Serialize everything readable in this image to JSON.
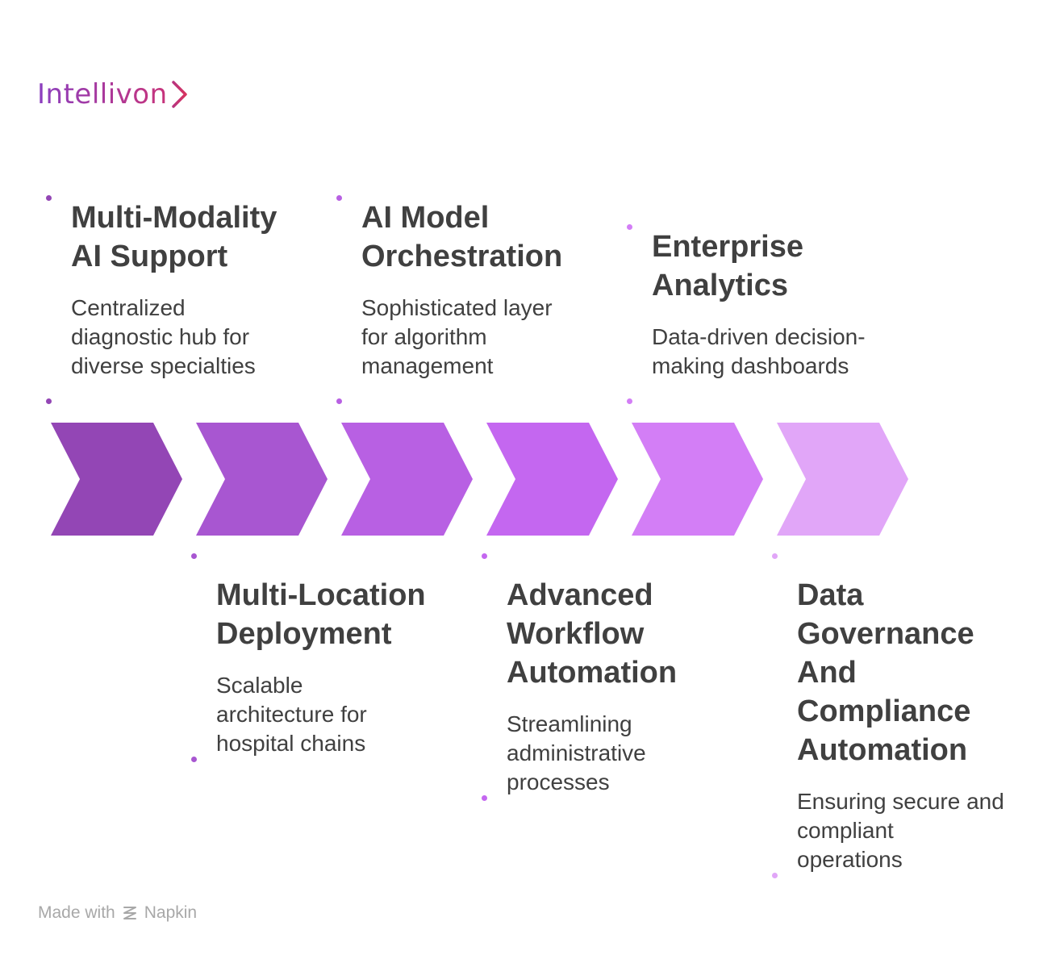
{
  "brand": {
    "name": "Intellivon"
  },
  "steps": [
    {
      "title_line1": "Multi-Modality",
      "title_line2": "AI Support",
      "desc_line1": "Centralized",
      "desc_line2": "diagnostic hub for",
      "desc_line3": "diverse specialties",
      "color": "#9346b5"
    },
    {
      "title_line1": "Multi-Location",
      "title_line2": "Deployment",
      "desc_line1": "Scalable",
      "desc_line2": "architecture for",
      "desc_line3": "hospital chains",
      "color": "#a856d1"
    },
    {
      "title_line1": "AI Model",
      "title_line2": "Orchestration",
      "desc_line1": "Sophisticated layer",
      "desc_line2": "for algorithm",
      "desc_line3": "management",
      "color": "#b860e3"
    },
    {
      "title_line1": "Advanced",
      "title_line2": "Workflow",
      "title_line3": "Automation",
      "desc_line1": "Streamlining",
      "desc_line2": "administrative",
      "desc_line3": "processes",
      "color": "#c467f0"
    },
    {
      "title_line1": "Enterprise",
      "title_line2": "Analytics",
      "desc_line1": "Data-driven decision-",
      "desc_line2": "making dashboards",
      "color": "#d37ef6"
    },
    {
      "title_line1": "Data",
      "title_line2": "Governance",
      "title_line3": "And",
      "title_line4": "Compliance",
      "title_line5": "Automation",
      "desc_line1": "Ensuring secure and",
      "desc_line2": "compliant",
      "desc_line3": "operations",
      "color": "#e1a6f8"
    }
  ],
  "footer": {
    "made_with": "Made with",
    "tool": "Napkin"
  }
}
